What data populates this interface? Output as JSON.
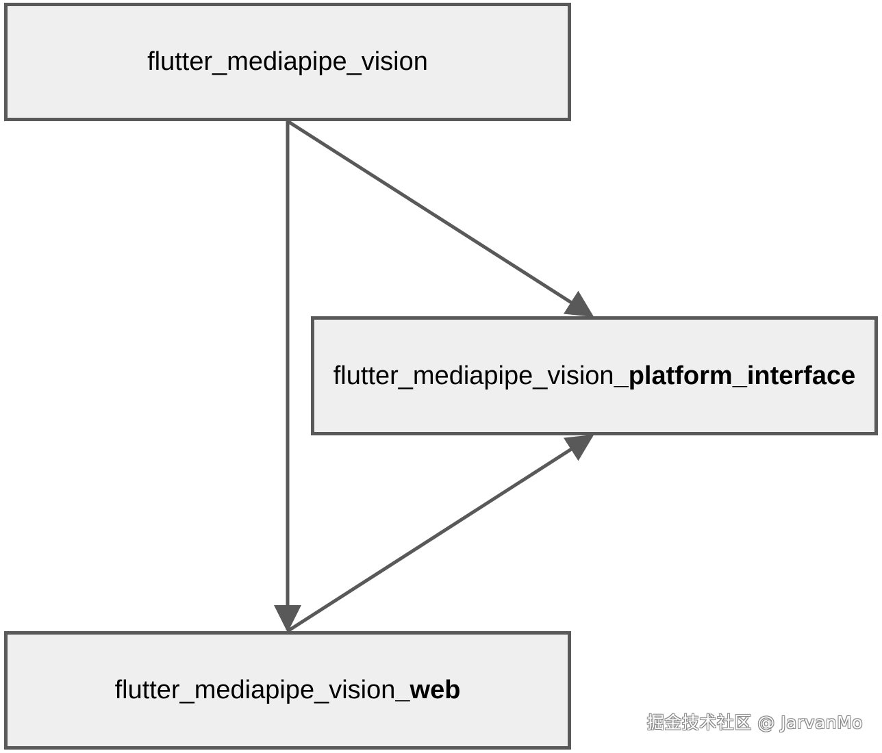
{
  "nodes": {
    "core": {
      "label": "flutter_mediapipe_vision",
      "suffix": ""
    },
    "platform_interface": {
      "label": "flutter_mediapipe_vision",
      "suffix": "_platform_interface"
    },
    "web": {
      "label": "flutter_mediapipe_vision",
      "suffix": "_web"
    }
  },
  "edges": [
    {
      "from": "core",
      "to": "platform_interface"
    },
    {
      "from": "core",
      "to": "web"
    },
    {
      "from": "web",
      "to": "platform_interface"
    }
  ],
  "colors": {
    "node_fill": "#efefef",
    "stroke": "#595959"
  },
  "watermark": "掘金技术社区 @ JarvanMo"
}
